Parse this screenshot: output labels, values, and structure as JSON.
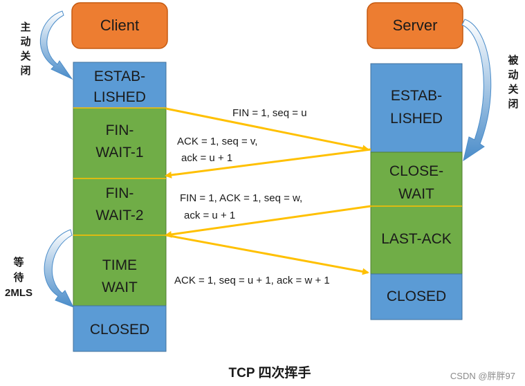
{
  "client": {
    "header": "Client",
    "states": [
      {
        "lines": [
          "ESTAB-",
          "LISHED"
        ],
        "color": "#5b9bd5"
      },
      {
        "lines": [
          "FIN-",
          "WAIT-1"
        ],
        "color": "#70ad47"
      },
      {
        "lines": [
          "FIN-",
          "WAIT-2"
        ],
        "color": "#70ad47"
      },
      {
        "lines": [
          "TIME",
          "WAIT"
        ],
        "color": "#70ad47"
      },
      {
        "lines": [
          "CLOSED"
        ],
        "color": "#5b9bd5"
      }
    ]
  },
  "server": {
    "header": "Server",
    "states": [
      {
        "lines": [
          "ESTAB-",
          "LISHED"
        ],
        "color": "#5b9bd5"
      },
      {
        "lines": [
          "CLOSE-",
          "WAIT"
        ],
        "color": "#70ad47"
      },
      {
        "lines": [
          "LAST-ACK"
        ],
        "color": "#70ad47"
      },
      {
        "lines": [
          "CLOSED"
        ],
        "color": "#5b9bd5"
      }
    ]
  },
  "messages": [
    {
      "lines": [
        "FIN = 1, seq = u"
      ]
    },
    {
      "lines": [
        "ACK = 1, seq = v,",
        "ack = u + 1"
      ]
    },
    {
      "lines": [
        "FIN = 1, ACK = 1, seq = w,",
        "ack = u + 1"
      ]
    },
    {
      "lines": [
        "ACK = 1, seq = u + 1, ack = w + 1"
      ]
    }
  ],
  "side_labels": {
    "active_close": [
      "主",
      "动",
      "关",
      "闭"
    ],
    "passive_close": [
      "被",
      "动",
      "关",
      "闭"
    ],
    "wait_2msl": [
      "等",
      "待",
      "2MLS"
    ]
  },
  "title": "TCP 四次挥手",
  "watermark": "CSDN @胖胖97",
  "colors": {
    "header_fill": "#ed7d31",
    "header_stroke": "#c55a11",
    "arrow": "#ffc000",
    "divider": "#ffc000",
    "curve_arrow": "#4a8cc9"
  }
}
